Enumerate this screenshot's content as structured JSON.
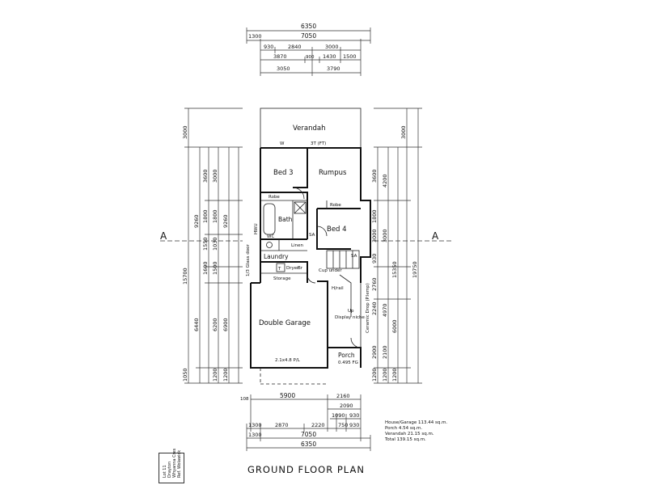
{
  "title": "GROUND FLOOR PLAN",
  "rooms": {
    "verandah": "Verandah",
    "bed3": "Bed 3",
    "rumpus": "Rumpus",
    "robe1": "Robe",
    "robe2": "Robe",
    "bath": "Bath",
    "bed4": "Bed 4",
    "wc": "WC",
    "linen": "Linen",
    "laundry": "Laundry",
    "storage": "Storage",
    "double_garage": "Double Garage",
    "porch": "Porch",
    "sa1": "SA",
    "sa2": "SA",
    "tub": "T",
    "dryer": "Dryer",
    "br": "Br"
  },
  "annotations": {
    "w": "W",
    "tv_3d": "3T (FT)",
    "cup_under": "Cup under",
    "h_rail": "H/rail",
    "up": "Up",
    "display_niche": "Display niche",
    "garage_door": "2.1x4.8 P/L",
    "porch_fg": "0.495 FG",
    "glass_door": "1/3 Glass door",
    "hwu": "HWU",
    "ceramic_tile": "Ceramic Drop (P.lemp)",
    "section_a_left": "A",
    "section_a_right": "A"
  },
  "top_dims": [
    "6350",
    "1300",
    "7050",
    "930",
    "2840",
    "3000",
    "3870",
    "900",
    "1430",
    "1500",
    "3050",
    "3790"
  ],
  "bottom_dims": [
    "5900",
    "2160",
    "2090",
    "1090",
    "930",
    "1300",
    "2870",
    "2220",
    "750",
    "930",
    "1300",
    "7050",
    "6350",
    "108"
  ],
  "left_dims": [
    "3000",
    "3600",
    "3000",
    "1800",
    "1800",
    "9260",
    "9260",
    "1030",
    "1550",
    "15700",
    "1600",
    "1500",
    "6440",
    "6200",
    "6900",
    "1050",
    "1200",
    "1200"
  ],
  "right_dims": [
    "3000",
    "3600",
    "4200",
    "1800",
    "3000",
    "3000",
    "930",
    "15350",
    "2760",
    "2240",
    "19750",
    "4970",
    "6000",
    "2100",
    "2900",
    "1200",
    "1200",
    "1200"
  ],
  "areas": {
    "house_garage": "House/Garage 113.44 sq.m.",
    "porch": "Porch 4.54 sq.m.",
    "verandah": "Verandah 21.15 sq.m.",
    "total": "Total 139.15 sq.m."
  },
  "lot_stamp": [
    "Lot 11",
    "Drayton",
    "Whyanna Cres",
    "Ref. Wolawick"
  ]
}
